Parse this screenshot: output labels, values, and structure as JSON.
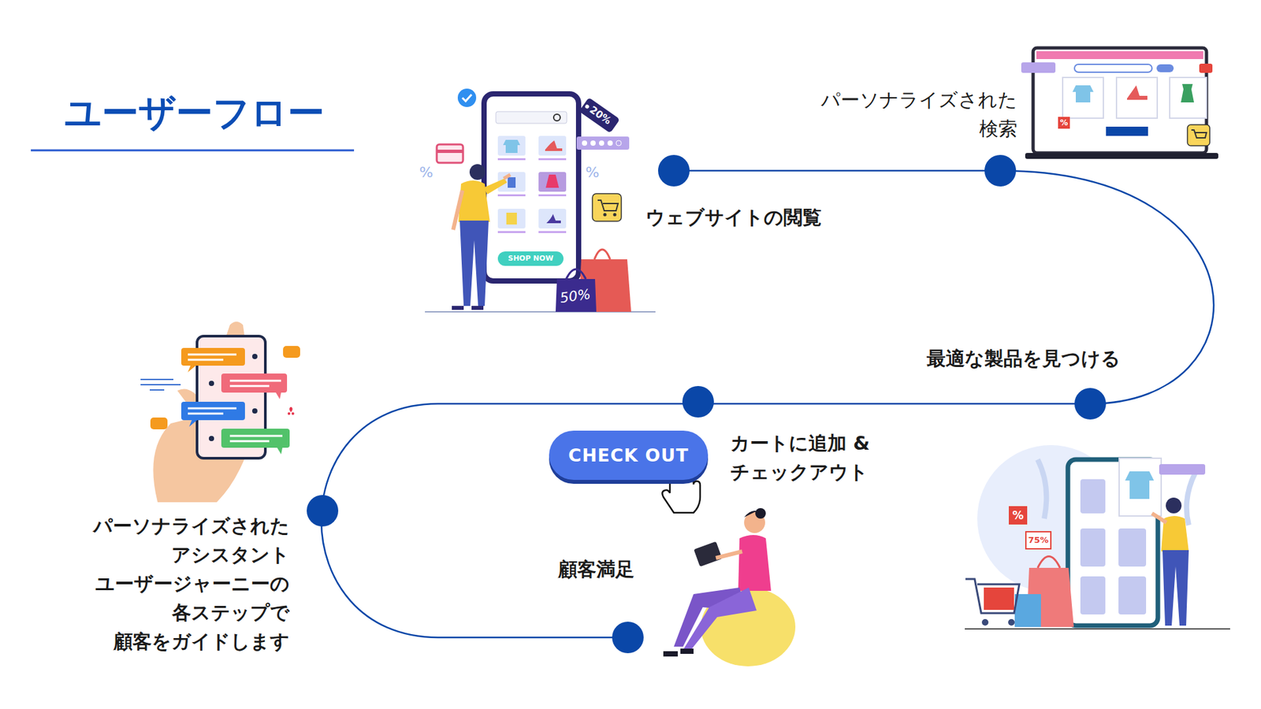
{
  "diagram": {
    "title": "ユーザーフロー",
    "nodes": [
      {
        "text": [
          "CHECK OUT"
        ]
      }
    ],
    "labels": [
      "パーソナライズされた 検索",
      "ウェブサイトの閲覧",
      "最適な製品を見つける",
      "カートに追加 & チェックアウト",
      "顧客満足",
      "パーソナライズされた アシスタント ユーザージャーニーの 各ステップで 顧客をガイドします",
      "20%",
      "%",
      "%",
      "SHOP NOW",
      "50%",
      "%",
      "%",
      "75%"
    ]
  }
}
